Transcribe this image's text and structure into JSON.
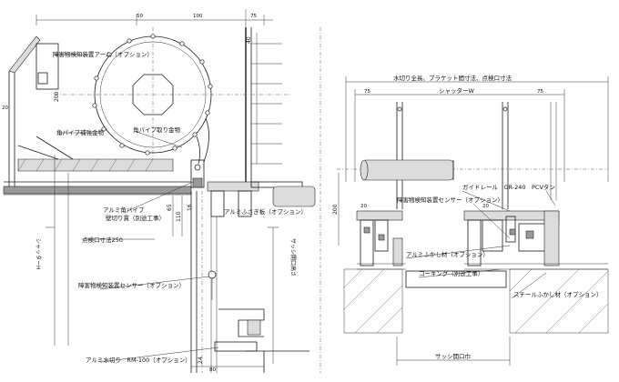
{
  "left_section": {
    "labels": {
      "obstacle_device_top": "障害物検知装置アーム（オプション）",
      "pipe_fixture": "角パイプ補強金物",
      "square_pipe_fixture": "角パイプ取り金物",
      "alu_pipe": "アルミ角パイプ",
      "partition_wall": "壁切り貫（別途工事）",
      "alu_mullion": "アルミふさぎ板（オプション）",
      "inspection_opening": "点検口寸法250",
      "sensor": "障害物検知装置センサー（オプション）",
      "sash_height": "サッシ開口高さ",
      "shutter_h": "シャッターH",
      "alu_cover": "アルミ水切り　RM-100（オプション）"
    },
    "dims": {
      "d50": "50",
      "d100": "100",
      "d75": "75",
      "d20": "20",
      "d200": "200",
      "d65": "65",
      "d110": "110",
      "d16": "16",
      "d40": "40",
      "d24": "24",
      "d80": "80"
    }
  },
  "right_section": {
    "labels": {
      "title": "水切り全長、ブラケット間寸法、点検口寸法",
      "shutter_w": "シャッターW",
      "guide_rail": "ガイドレール　GR-240",
      "pvc_tan": "PCVタン",
      "sensor_right": "障害物検知装置センサー（オプション）",
      "alu_cover_right": "アルミふかし材（オプション）",
      "caulking": "コーキング（別途工事）",
      "steel_cover": "スチールふかし材（オプション）",
      "sash_width": "サッシ開口巾"
    },
    "dims": {
      "r75a": "75",
      "r75b": "75",
      "r20a": "20",
      "r20b": "20",
      "r200": "200"
    }
  }
}
